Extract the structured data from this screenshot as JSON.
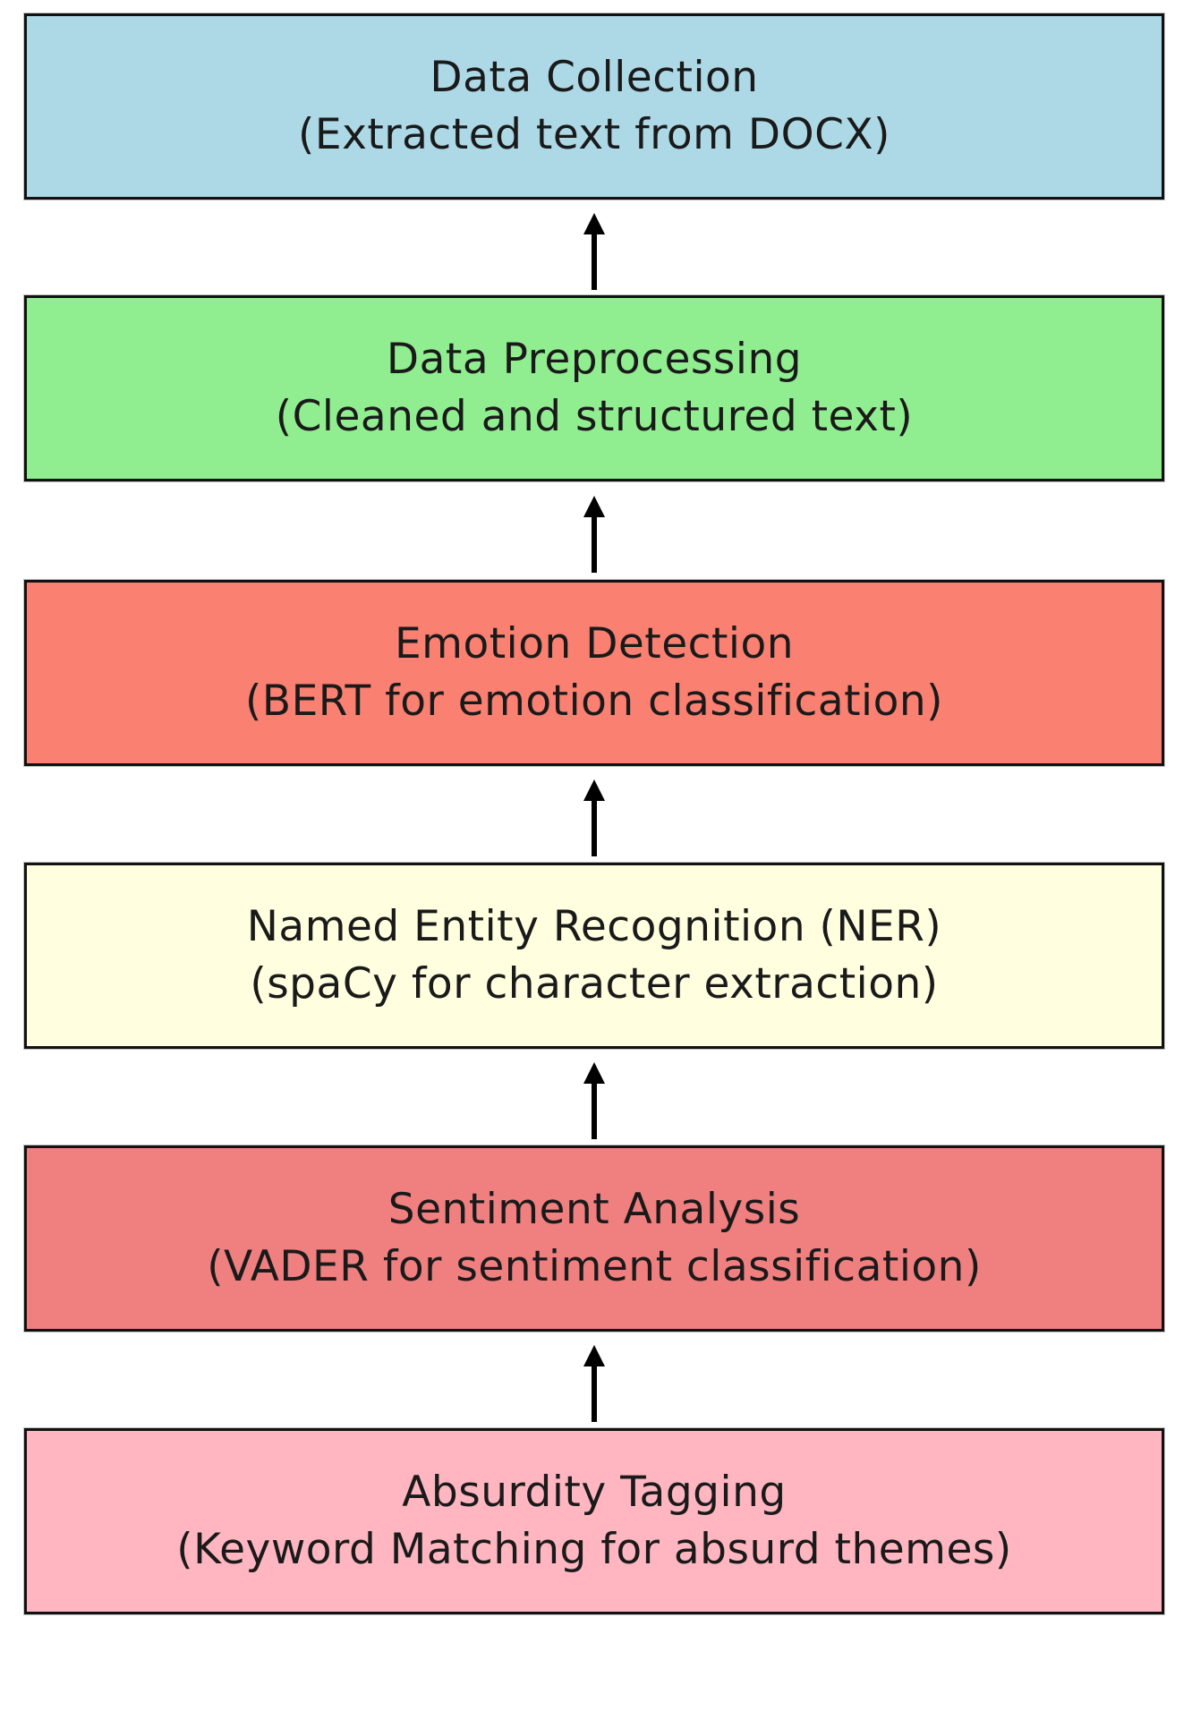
{
  "diagram": {
    "steps": [
      {
        "title": "Data Collection",
        "subtitle": "(Extracted text from DOCX)",
        "color": "#ADD8E6"
      },
      {
        "title": "Data Preprocessing",
        "subtitle": "(Cleaned and structured text)",
        "color": "#90EE90"
      },
      {
        "title": "Emotion Detection",
        "subtitle": "(BERT for emotion classification)",
        "color": "#FA8072"
      },
      {
        "title": "Named Entity Recognition (NER)",
        "subtitle": "(spaCy for character extraction)",
        "color": "#FFFFE0"
      },
      {
        "title": "Sentiment Analysis",
        "subtitle": "(VADER for sentiment classification)",
        "color": "#F08080"
      },
      {
        "title": "Absurdity Tagging",
        "subtitle": "(Keyword Matching for absurd themes)",
        "color": "#FFB6C1"
      }
    ],
    "arrow_direction": "up",
    "arrow_color": "#000000"
  }
}
